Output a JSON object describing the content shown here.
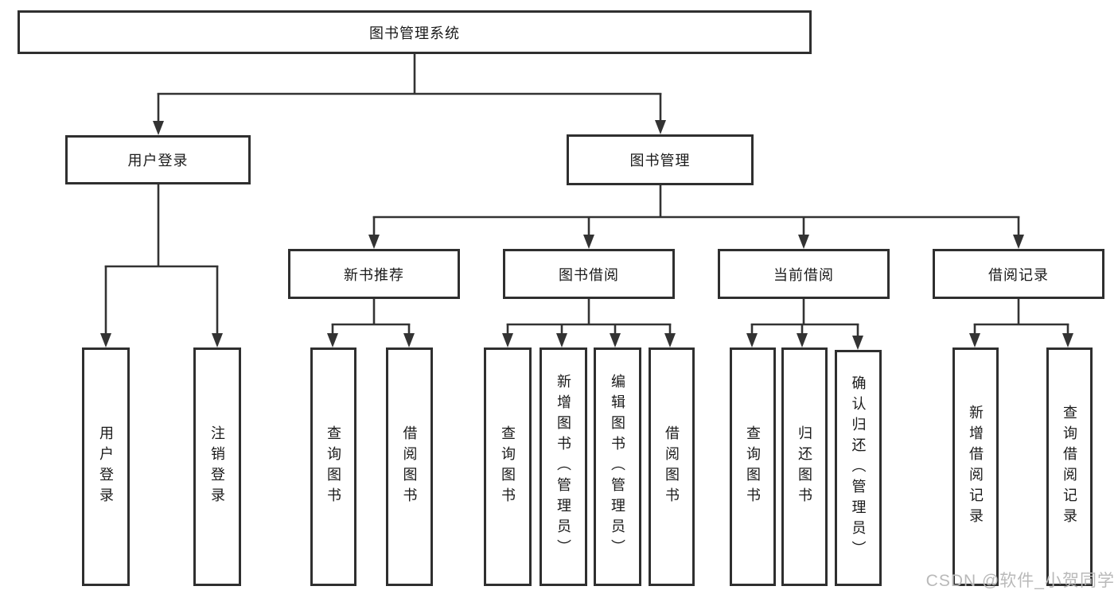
{
  "diagram": {
    "type": "hierarchy-flowchart",
    "tree": {
      "root": "图书管理系统",
      "branches": [
        {
          "label": "用户登录",
          "children": [
            "用户登录",
            "注销登录"
          ]
        },
        {
          "label": "图书管理",
          "groups": [
            {
              "label": "新书推荐",
              "children": [
                "查询图书",
                "借阅图书"
              ]
            },
            {
              "label": "图书借阅",
              "children": [
                "查询图书",
                "新增图书（管理员）",
                "编辑图书（管理员）",
                "借阅图书"
              ]
            },
            {
              "label": "当前借阅",
              "children": [
                "查询图书",
                "归还图书",
                "确认归还（管理员）"
              ]
            },
            {
              "label": "借阅记录",
              "children": [
                "新增借阅记录",
                "查询借阅记录"
              ]
            }
          ]
        }
      ]
    },
    "colors": {
      "line": "#333333",
      "box_border": "#2f2f2f",
      "text": "#1a1a1a",
      "background": "#ffffff",
      "watermark": "#b9b9b9"
    }
  },
  "watermark": {
    "text": "CSDN @软件_小贺同学"
  }
}
